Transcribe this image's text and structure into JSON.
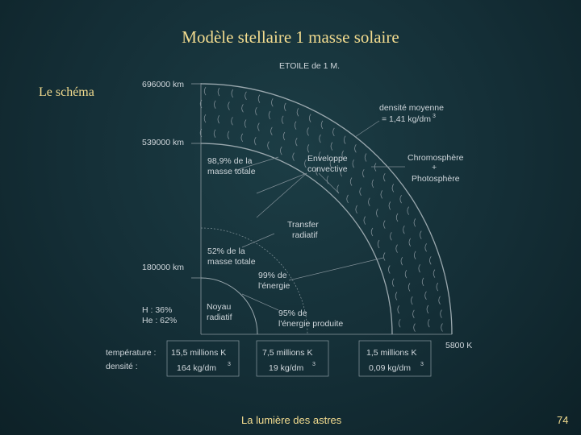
{
  "slide": {
    "title": "Modèle stellaire 1 masse solaire",
    "subtitle": "Le schéma",
    "footer": "La lumière des astres",
    "page_number": "74"
  },
  "diagram": {
    "heading": "ETOILE  de  1 M.",
    "radii": {
      "outer": "696000 km",
      "convective_boundary": "539000 km",
      "core": "180000 km"
    },
    "surface_temp": "5800 K",
    "labels": {
      "density_line1": "densité moyenne",
      "density_line2": "= 1,41 kg/dm",
      "density_exp": "3",
      "chromo": "Chromosphère",
      "plus": "+",
      "photo": "Photosphère",
      "env_line1": "Enveloppe",
      "env_line2": "convective",
      "mass989_line1": "98,9% de la",
      "mass989_line2": "masse totale",
      "transfer_line1": "Transfer",
      "transfer_line2": "radiatif",
      "mass52_line1": "52% de la",
      "mass52_line2": "masse totale",
      "energy99_line1": "99% de",
      "energy99_line2": "l'énergie",
      "core_line1": "Noyau",
      "core_line2": "radiatif",
      "comp_h": "H : 36%",
      "comp_he": "He : 62%",
      "energy95_line1": "95% de",
      "energy95_line2": "l'énergie produite"
    },
    "table": {
      "row_temp": "température :",
      "row_dens": "densité :",
      "cols": [
        {
          "temp": "15,5 millions K",
          "dens": "164 kg/dm",
          "exp": "3"
        },
        {
          "temp": "7,5 millions K",
          "dens": "19 kg/dm",
          "exp": "3"
        },
        {
          "temp": "1,5 millions K",
          "dens": "0,09 kg/dm",
          "exp": "3"
        }
      ]
    }
  }
}
